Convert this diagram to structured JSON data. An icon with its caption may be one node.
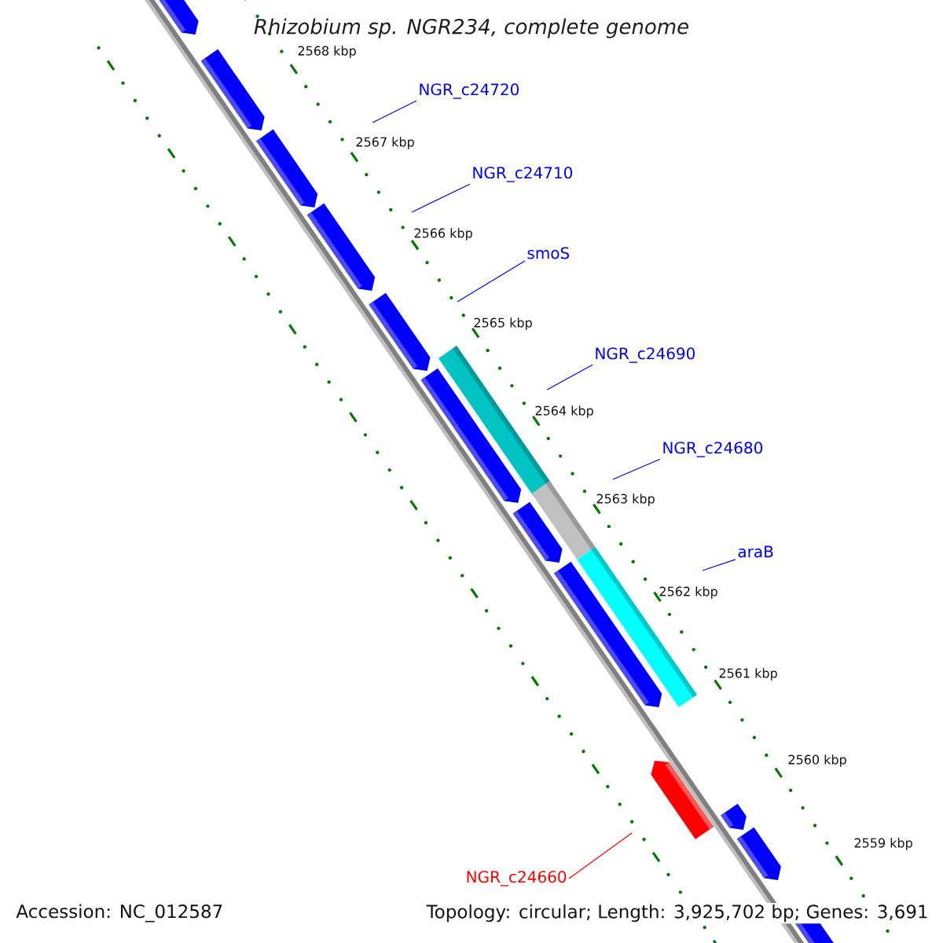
{
  "diagram": {
    "title": "Rhizobium sp. NGR234, complete genome",
    "nodes": [
      {
        "text": [
          "NGR_c24720"
        ]
      },
      {
        "text": [
          "NGR_c24710"
        ]
      },
      {
        "text": [
          "smoS"
        ]
      },
      {
        "text": [
          "NGR_c24690"
        ]
      },
      {
        "text": [
          "NGR_c24680"
        ]
      },
      {
        "text": [
          "araB"
        ]
      },
      {
        "text": [
          "NGR_c24660"
        ]
      }
    ],
    "edges": [
      {
        "from": 0,
        "to": null,
        "arrow": "none"
      },
      {
        "from": 1,
        "to": null,
        "arrow": "none"
      },
      {
        "from": 2,
        "to": null,
        "arrow": "none"
      },
      {
        "from": 3,
        "to": null,
        "arrow": "none"
      },
      {
        "from": 4,
        "to": null,
        "arrow": "none"
      },
      {
        "from": 5,
        "to": null,
        "arrow": "none"
      },
      {
        "from": 6,
        "to": null,
        "arrow": "none",
        "color": "#ff0000"
      }
    ],
    "labels": [
      "2568 kbp",
      "2567 kbp",
      "2566 kbp",
      "2565 kbp",
      "2564 kbp",
      "2563 kbp",
      "2562 kbp",
      "2561 kbp",
      "2560 kbp",
      "2559 kbp",
      "Accession: NC_012587",
      "Topology: circular; Length: 3,925,702 bp; Genes: 3,691"
    ]
  }
}
